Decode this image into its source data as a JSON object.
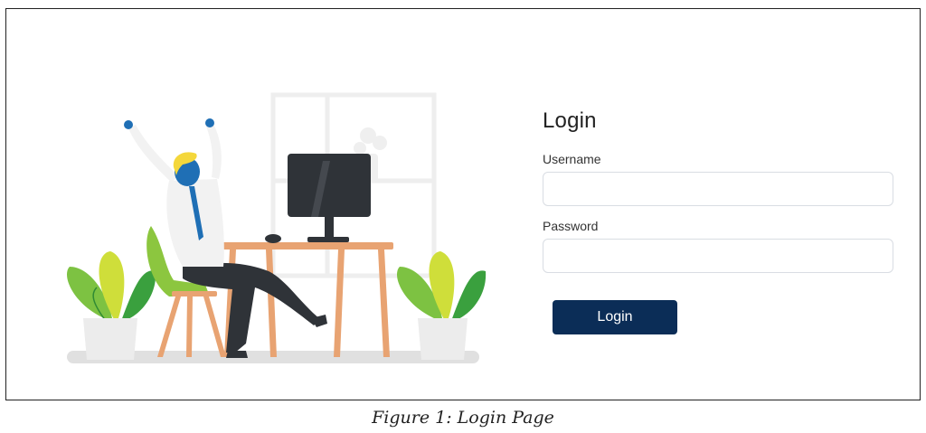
{
  "login": {
    "title": "Login",
    "username_label": "Username",
    "username_value": "",
    "password_label": "Password",
    "password_value": "",
    "button_label": "Login"
  },
  "caption": "Figure 1: Login Page",
  "colors": {
    "button": "#0b2d57",
    "plant_dark": "#3aa03e",
    "plant_light": "#b9d535",
    "desk": "#e8a372",
    "monitor": "#2f3338",
    "shirt": "#f2f2f2",
    "chair": "#8cc63f",
    "skin": "#1f6fb5",
    "hair": "#f4d73b"
  },
  "icons": [
    "person-celebrating-illustration",
    "desk-icon",
    "monitor-icon",
    "plant-icon",
    "window-icon"
  ]
}
